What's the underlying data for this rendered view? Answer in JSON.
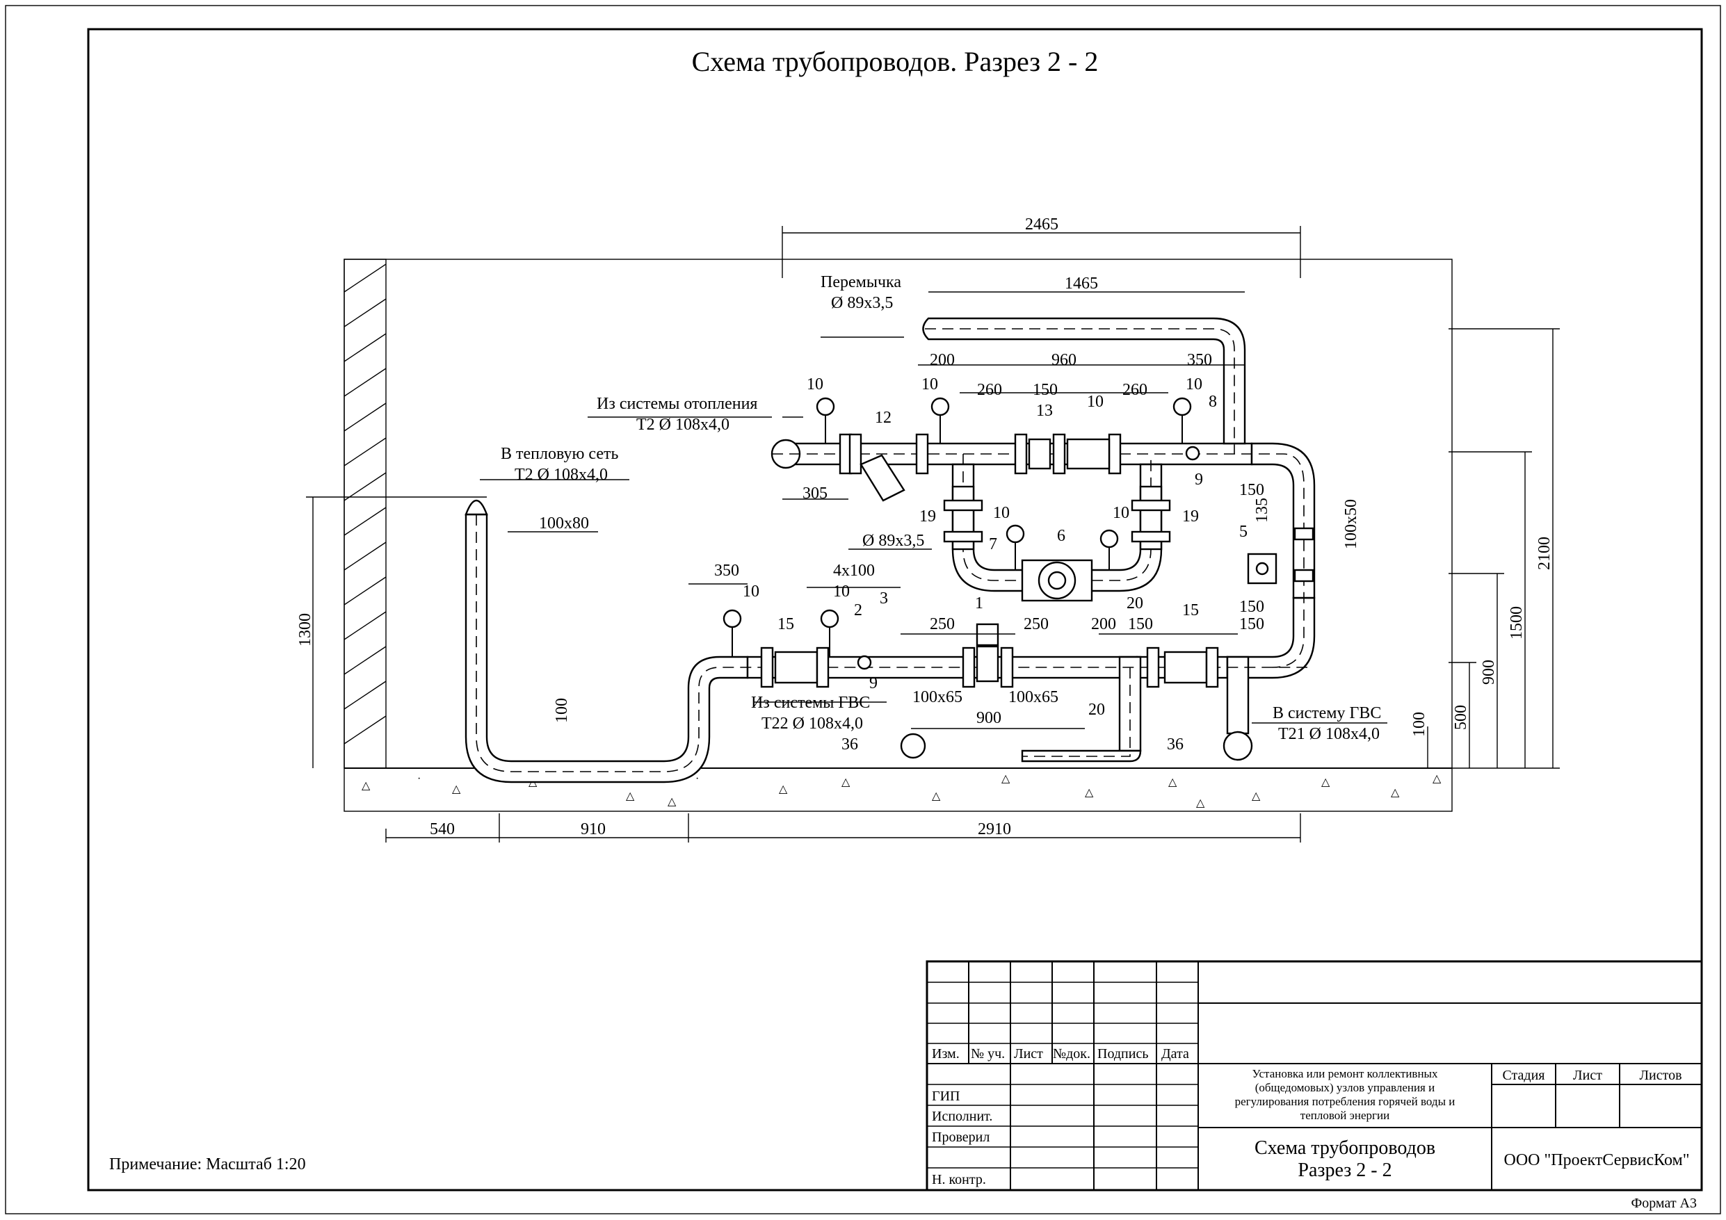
{
  "title": "Схема трубопроводов. Разрез 2 - 2",
  "labels": {
    "jumper_name": "Перемычка",
    "jumper_size": "Ø 89х3,5",
    "from_heating_name": "Из системы отопления",
    "from_heating_pipe": "Т2 Ø 108х4,0",
    "to_network_name": "В тепловую сеть",
    "to_network_pipe": "Т2 Ø 108х4,0",
    "from_gvs_name": "Из системы ГВС",
    "from_gvs_pipe": "Т22 Ø 108х4,0",
    "to_gvs_name": "В систему ГВС",
    "to_gvs_pipe": "Т21 Ø 108х4,0",
    "bypass_size": "Ø 89х3,5",
    "reducer_vertical": "100х80",
    "reducer_right": "100х50",
    "reducer_left_meter": "100х65",
    "reducer_right_meter": "100х65"
  },
  "dimensions": {
    "top_overall": "2465",
    "jumper_length": "1465",
    "d200": "200",
    "d960": "960",
    "d350_top": "350",
    "d260_left": "260",
    "d150_valve": "150",
    "d260_right": "260",
    "d305": "305",
    "d150_right": "150",
    "d135": "135",
    "d350_low": "350",
    "d4x100": "4х100",
    "d250_left": "250",
    "d250_right": "250",
    "d200_low": "200",
    "d150_low_a": "150",
    "d150_low_b": "150",
    "d150_low_c": "150",
    "d900_low": "900",
    "d100_vert": "100",
    "d1300": "1300",
    "d100_right": "100",
    "d500": "500",
    "d900_right": "900",
    "d1500": "1500",
    "d2100": "2100",
    "bottom_540": "540",
    "bottom_910": "910",
    "bottom_2910": "2910"
  },
  "positions": {
    "p1": "1",
    "p2": "2",
    "p3": "3",
    "p5": "5",
    "p6": "6",
    "p7": "7",
    "p8": "8",
    "p9a": "9",
    "p9b": "9",
    "p10a": "10",
    "p10b": "10",
    "p10c": "10",
    "p10d": "10",
    "p10e": "10",
    "p10f": "10",
    "p10g": "10",
    "p10h": "10",
    "p12": "12",
    "p13": "13",
    "p15a": "15",
    "p15b": "15",
    "p19a": "19",
    "p19b": "19",
    "p20a": "20",
    "p20b": "20",
    "p36a": "36",
    "p36b": "36"
  },
  "note": "Примечание: Масштаб 1:20",
  "format": "Формат А3",
  "title_block": {
    "col_izm": "Изм.",
    "col_nuch": "№ уч.",
    "col_list": "Лист",
    "col_ndok": "№док.",
    "col_podpis": "Подпись",
    "col_data": "Дата",
    "gip": "ГИП",
    "ispolnit": "Исполнит.",
    "proveril": "Проверил",
    "nkontr": "Н. контр.",
    "project_l1": "Установка или ремонт коллективных",
    "project_l2": "(общедомовых) узлов управления и",
    "project_l3": "регулирования потребления горячей воды и",
    "project_l4": "тепловой энергии",
    "sheet_l1": "Схема трубопроводов",
    "sheet_l2": "Разрез 2 - 2",
    "stadiya": "Стадия",
    "list": "Лист",
    "listov": "Листов",
    "company": "ООО \"ПроектСервисКом\""
  }
}
